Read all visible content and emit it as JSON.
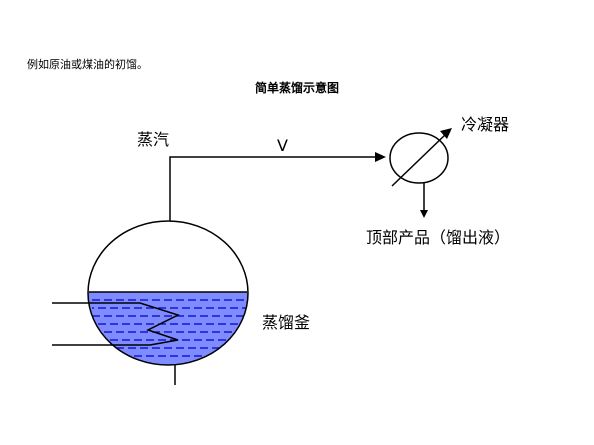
{
  "caption": "例如原油或煤油的初馏。",
  "title": "简单蒸馏示意图",
  "labels": {
    "vapor": "蒸汽",
    "flow": "V",
    "condenser": "冷凝器",
    "product": "顶部产品（馏出液）",
    "still": "蒸馏釜"
  },
  "colors": {
    "liquid": "#0000cc",
    "line": "#000000",
    "background": "#ffffff"
  }
}
